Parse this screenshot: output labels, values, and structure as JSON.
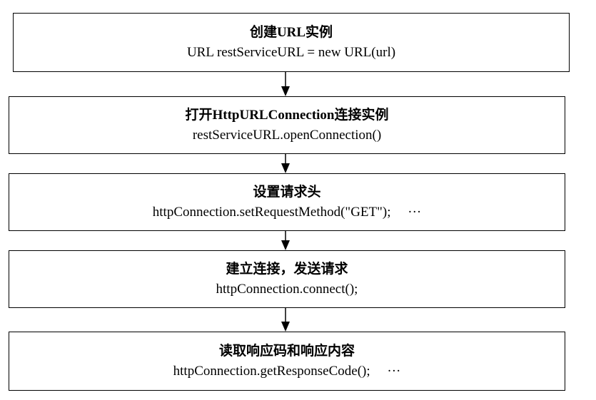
{
  "steps": [
    {
      "title": "创建URL实例",
      "code": "URL restServiceURL = new URL(url)"
    },
    {
      "title": "打开HttpURLConnection连接实例",
      "code": "restServiceURL.openConnection()"
    },
    {
      "title": "设置请求头",
      "code": "httpConnection.setRequestMethod(\"GET\");     ···"
    },
    {
      "title": "建立连接，发送请求",
      "code": "httpConnection.connect();"
    },
    {
      "title": "读取响应码和响应内容",
      "code": "httpConnection.getResponseCode();     ···"
    }
  ]
}
